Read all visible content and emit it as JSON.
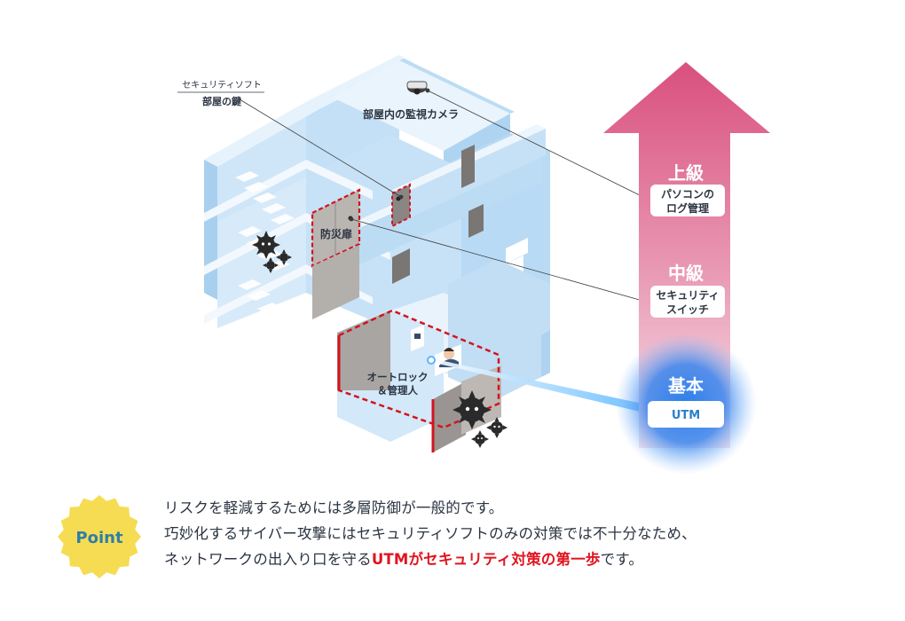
{
  "labels": {
    "soft_category": "セキュリティソフト",
    "room_key": "部屋の鍵",
    "room_camera": "部屋内の監視カメラ",
    "fire_door": "防災扉",
    "autolock_line1": "オートロック",
    "autolock_line2": "＆管理人"
  },
  "levels": {
    "upper": {
      "title": "上級",
      "box_line1": "パソコンの",
      "box_line2": "ログ管理"
    },
    "middle": {
      "title": "中級",
      "box_line1": "セキュリティ",
      "box_line2": "スイッチ"
    },
    "basic": {
      "title": "基本",
      "box_line1": "UTM"
    }
  },
  "point": {
    "badge": "Point",
    "line1": "リスクを軽減するためには多層防御が一般的です。",
    "line2": "巧妙化するサイバー攻撃にはセキュリティソフトのみの対策では不十分なため、",
    "line3_prefix": "ネットワークの出入り口を守る",
    "line3_highlight": "UTMがセキュリティ対策の第一歩",
    "line3_suffix": "です。"
  },
  "colors": {
    "arrow_top": "#d9507e",
    "arrow_bottom": "#f6dde6",
    "building_light": "#d8ecfa",
    "building_mid": "#b9dcf5",
    "danger_dashed": "#d4141e",
    "badge_yellow": "#f6dc52",
    "badge_text": "#2d7fa8",
    "highlight": "#e0141e"
  },
  "icons": [
    "security-camera-icon",
    "virus-icon",
    "shield-glow-icon"
  ]
}
